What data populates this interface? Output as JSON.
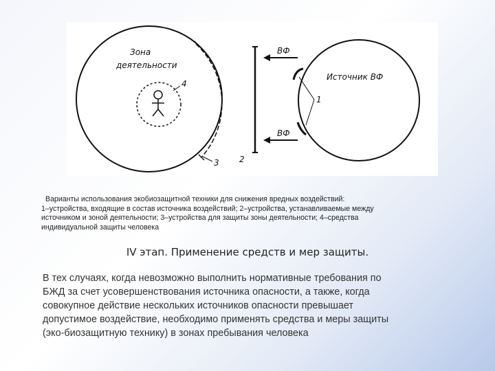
{
  "figure": {
    "labels": {
      "zone_line1": "Зона",
      "zone_line2": "деятельности",
      "label_4": "4",
      "label_3": "3",
      "label_2": "2",
      "label_1": "1",
      "vf_top": "ВФ",
      "vf_bottom": "ВФ",
      "source": "Источник ВФ"
    }
  },
  "caption": {
    "line1": "Варианты использования экобиозащитной техники для снижения вредных воздействий:",
    "line2": "1–устройства, входящие в состав источника воздействий; 2–устройства, устанавливаемые между",
    "line3": "источником и зоной деятельности; 3–устройства для защиты зоны деятельности; 4–средства",
    "line4": "индивидуальной защиты человека"
  },
  "heading": "IV этап. Применение средств и мер защиты.",
  "body": {
    "line1": "В тех случаях, когда невозможно выполнить нормативные требования по",
    "line2": "БЖД за счет усовершенствования источника опасности, а также, когда",
    "line3": "совокупное действие нескольких источников опасности превышает",
    "line4": "допустимое воздействие, необходимо применять средства и меры защиты",
    "line5": "(эко-биозащитную технику) в зонах пребывания человека"
  }
}
